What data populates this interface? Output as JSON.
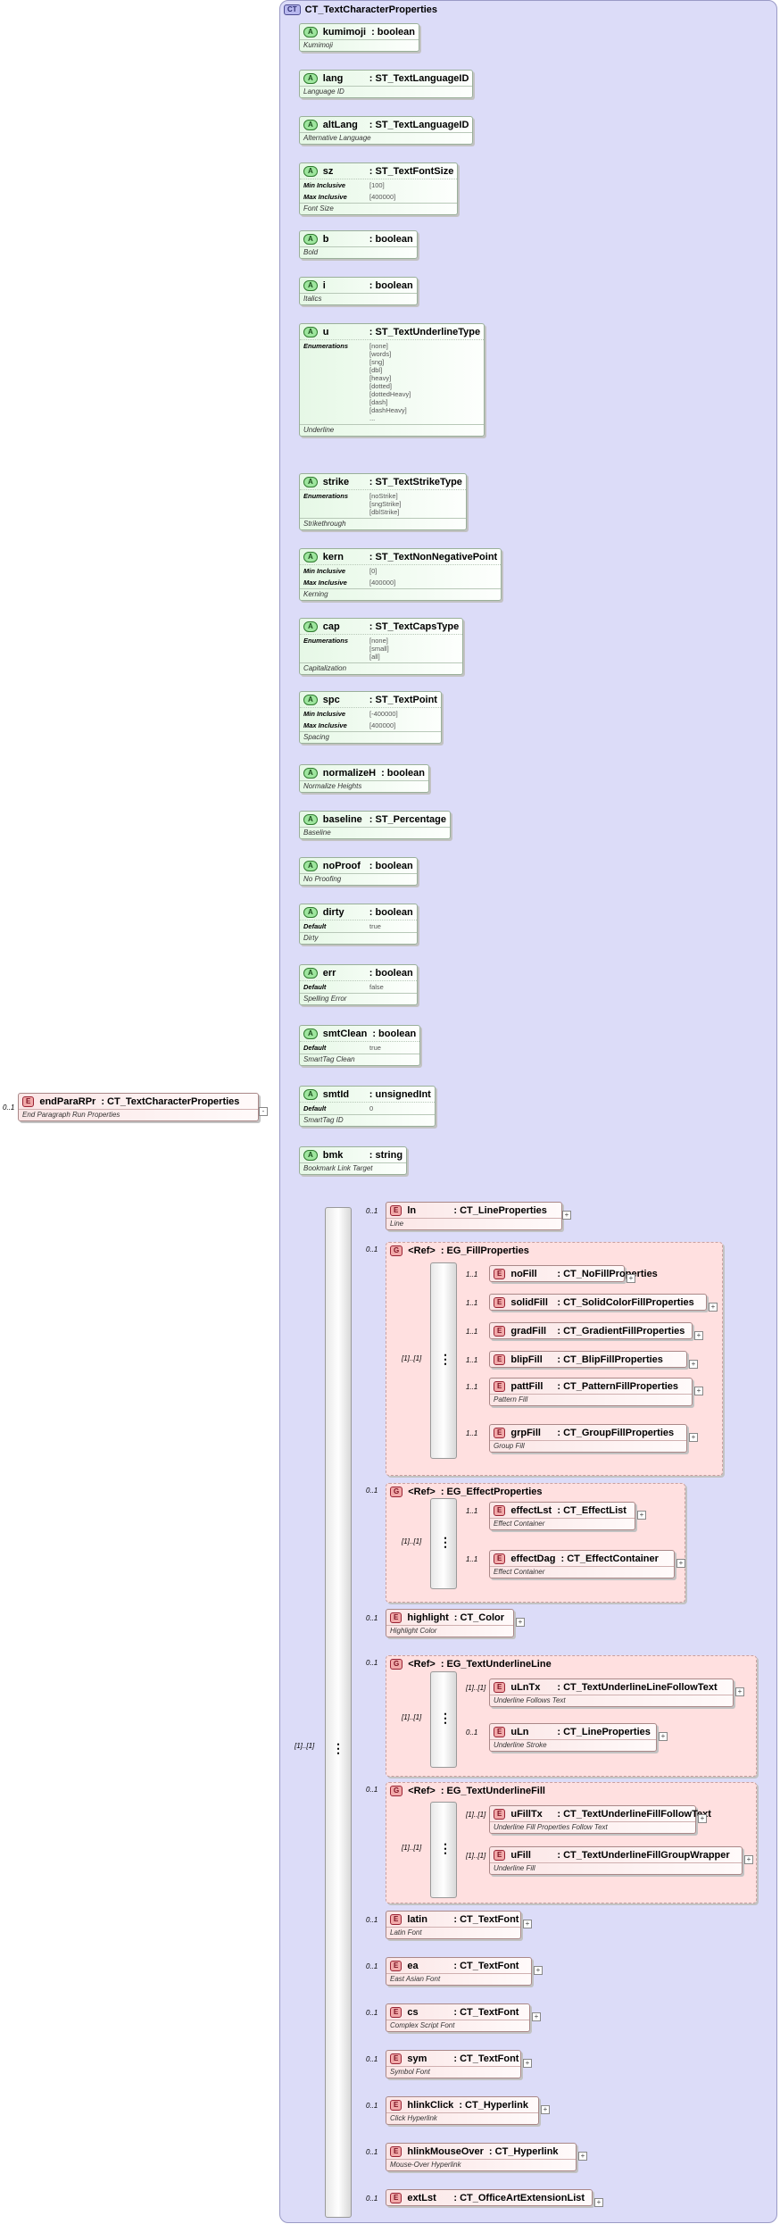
{
  "root": {
    "badge": "E",
    "name": "endParaRPr",
    "type": ": CT_TextCharacterProperties",
    "doc": "End Paragraph Run Properties",
    "card": "0..1"
  },
  "complex": {
    "badge": "CT",
    "name": "CT_TextCharacterProperties"
  },
  "attributes": [
    {
      "name": "kumimoji",
      "type": ": boolean",
      "doc": "Kumimoji",
      "facets": []
    },
    {
      "name": "lang",
      "type": ": ST_TextLanguageID",
      "doc": "Language ID",
      "facets": []
    },
    {
      "name": "altLang",
      "type": ": ST_TextLanguageID",
      "doc": "Alternative Language",
      "facets": []
    },
    {
      "name": "sz",
      "type": ": ST_TextFontSize",
      "doc": "Font Size",
      "facets": [
        {
          "k": "Min Inclusive",
          "v": "[100]"
        },
        {
          "k": "Max Inclusive",
          "v": "[400000]"
        }
      ]
    },
    {
      "name": "b",
      "type": ": boolean",
      "doc": "Bold",
      "facets": []
    },
    {
      "name": "i",
      "type": ": boolean",
      "doc": "Italics",
      "facets": []
    },
    {
      "name": "u",
      "type": ": ST_TextUnderlineType",
      "doc": "Underline",
      "facets": [
        {
          "k": "Enumerations",
          "v": "[none]\n[words]\n[sng]\n[dbl]\n[heavy]\n[dotted]\n[dottedHeavy]\n[dash]\n[dashHeavy]\n..."
        }
      ]
    },
    {
      "name": "strike",
      "type": ": ST_TextStrikeType",
      "doc": "Strikethrough",
      "facets": [
        {
          "k": "Enumerations",
          "v": "[noStrike]\n[sngStrike]\n[dblStrike]"
        }
      ]
    },
    {
      "name": "kern",
      "type": ": ST_TextNonNegativePoint",
      "doc": "Kerning",
      "facets": [
        {
          "k": "Min Inclusive",
          "v": "[0]"
        },
        {
          "k": "Max Inclusive",
          "v": "[400000]"
        }
      ]
    },
    {
      "name": "cap",
      "type": ": ST_TextCapsType",
      "doc": "Capitalization",
      "facets": [
        {
          "k": "Enumerations",
          "v": "[none]\n[small]\n[all]"
        }
      ]
    },
    {
      "name": "spc",
      "type": ": ST_TextPoint",
      "doc": "Spacing",
      "facets": [
        {
          "k": "Min Inclusive",
          "v": "[-400000]"
        },
        {
          "k": "Max Inclusive",
          "v": "[400000]"
        }
      ]
    },
    {
      "name": "normalizeH",
      "type": ": boolean",
      "doc": "Normalize Heights",
      "facets": []
    },
    {
      "name": "baseline",
      "type": ": ST_Percentage",
      "doc": "Baseline",
      "facets": []
    },
    {
      "name": "noProof",
      "type": ": boolean",
      "doc": "No Proofing",
      "facets": []
    },
    {
      "name": "dirty",
      "type": ": boolean",
      "doc": "Dirty",
      "facets": [
        {
          "k": "Default",
          "v": "true"
        }
      ]
    },
    {
      "name": "err",
      "type": ": boolean",
      "doc": "Spelling Error",
      "facets": [
        {
          "k": "Default",
          "v": "false"
        }
      ]
    },
    {
      "name": "smtClean",
      "type": ": boolean",
      "doc": "SmartTag Clean",
      "facets": [
        {
          "k": "Default",
          "v": "true"
        }
      ]
    },
    {
      "name": "smtId",
      "type": ": unsignedInt",
      "doc": "SmartTag ID",
      "facets": [
        {
          "k": "Default",
          "v": "0"
        }
      ]
    },
    {
      "name": "bmk",
      "type": ": string",
      "doc": "Bookmark Link Target",
      "facets": []
    }
  ],
  "sequence": {
    "card": "[1]..[1]"
  },
  "elements": {
    "ln": {
      "name": "ln",
      "type": ": CT_LineProperties",
      "doc": "Line",
      "card": "0..1"
    },
    "fill": {
      "ref": "<Ref>",
      "name": ": EG_FillProperties",
      "card": "0..1",
      "seq": "[1]..[1]",
      "items": [
        {
          "name": "noFill",
          "type": ": CT_NoFillProperties",
          "doc": "",
          "card": "1..1"
        },
        {
          "name": "solidFill",
          "type": ": CT_SolidColorFillProperties",
          "doc": "",
          "card": "1..1"
        },
        {
          "name": "gradFill",
          "type": ": CT_GradientFillProperties",
          "doc": "",
          "card": "1..1"
        },
        {
          "name": "blipFill",
          "type": ": CT_BlipFillProperties",
          "doc": "",
          "card": "1..1"
        },
        {
          "name": "pattFill",
          "type": ": CT_PatternFillProperties",
          "doc": "Pattern Fill",
          "card": "1..1"
        },
        {
          "name": "grpFill",
          "type": ": CT_GroupFillProperties",
          "doc": "Group Fill",
          "card": "1..1"
        }
      ]
    },
    "effect": {
      "ref": "<Ref>",
      "name": ": EG_EffectProperties",
      "card": "0..1",
      "seq": "[1]..[1]",
      "items": [
        {
          "name": "effectLst",
          "type": ": CT_EffectList",
          "doc": "Effect Container",
          "card": "1..1"
        },
        {
          "name": "effectDag",
          "type": ": CT_EffectContainer",
          "doc": "Effect Container",
          "card": "1..1"
        }
      ]
    },
    "highlight": {
      "name": "highlight",
      "type": ": CT_Color",
      "doc": "Highlight Color",
      "card": "0..1"
    },
    "uline": {
      "ref": "<Ref>",
      "name": ": EG_TextUnderlineLine",
      "card": "0..1",
      "seq": "[1]..[1]",
      "items": [
        {
          "name": "uLnTx",
          "type": ": CT_TextUnderlineLineFollowText",
          "doc": "Underline Follows Text",
          "card": "[1]..[1]"
        },
        {
          "name": "uLn",
          "type": ": CT_LineProperties",
          "doc": "Underline Stroke",
          "card": "0..1"
        }
      ]
    },
    "ufill": {
      "ref": "<Ref>",
      "name": ": EG_TextUnderlineFill",
      "card": "0..1",
      "seq": "[1]..[1]",
      "items": [
        {
          "name": "uFillTx",
          "type": ": CT_TextUnderlineFillFollowText",
          "doc": "Underline Fill Properties Follow Text",
          "card": "[1]..[1]"
        },
        {
          "name": "uFill",
          "type": ": CT_TextUnderlineFillGroupWrapper",
          "doc": "Underline Fill",
          "card": "[1]..[1]"
        }
      ]
    },
    "tail": [
      {
        "name": "latin",
        "type": ": CT_TextFont",
        "doc": "Latin Font",
        "card": "0..1"
      },
      {
        "name": "ea",
        "type": ": CT_TextFont",
        "doc": "East Asian Font",
        "card": "0..1"
      },
      {
        "name": "cs",
        "type": ": CT_TextFont",
        "doc": "Complex Script Font",
        "card": "0..1"
      },
      {
        "name": "sym",
        "type": ": CT_TextFont",
        "doc": "Symbol Font",
        "card": "0..1"
      },
      {
        "name": "hlinkClick",
        "type": ": CT_Hyperlink",
        "doc": "Click Hyperlink",
        "card": "0..1"
      },
      {
        "name": "hlinkMouseOver",
        "type": ": CT_Hyperlink",
        "doc": "Mouse-Over Hyperlink",
        "card": "0..1"
      },
      {
        "name": "extLst",
        "type": ": CT_OfficeArtExtensionList",
        "doc": "",
        "card": "0..1"
      }
    ]
  }
}
